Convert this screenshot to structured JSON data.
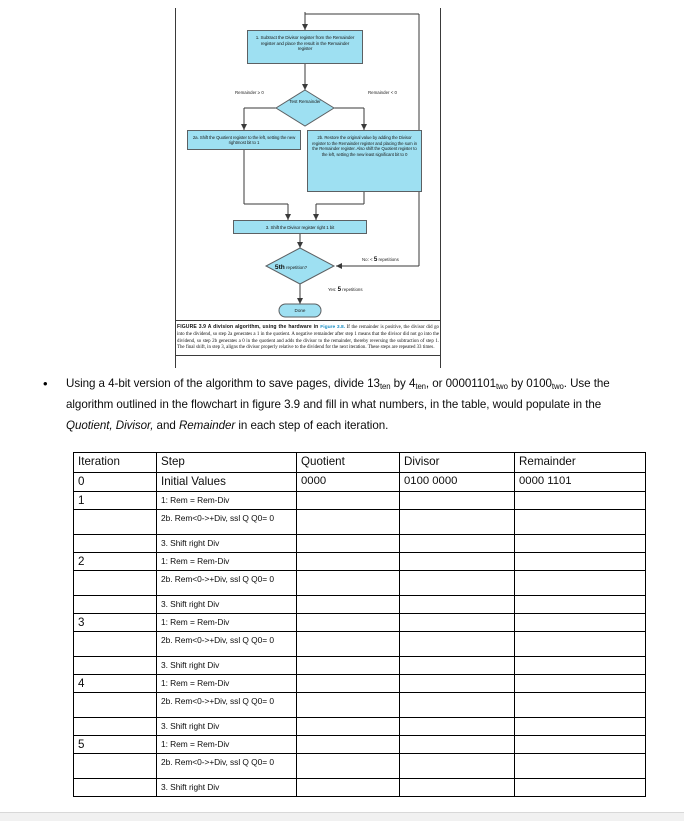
{
  "figure": {
    "boxes": {
      "step1": "1.  Subtract the Divisor register from the Remainder register and place the result in the Remainder register",
      "step2a": "2a.  Shift the Quotient register to the left, setting the new rightmost bit to 1",
      "step2b": "2b.  Restore the original value by adding the Divisor register to the Remainder register and placing the sum in the Remainder register. Also shift the Quotient register to the left, setting the new least significant bit to 0",
      "step3": "3.  Shift the Divisor register right 1 bit",
      "done": "Done"
    },
    "decisions": {
      "test_remainder": "Test Remainder",
      "repetition_annotated": "5th",
      "repetition_rest": " repetition?"
    },
    "edge_labels": {
      "remainder_ge": "Remainder ≥ 0",
      "remainder_lt": "Remainder < 0",
      "no_prefix": "No: < ",
      "no_count": "5",
      "no_suffix": " repetitions",
      "yes_prefix": "Yes: ",
      "yes_count": "5",
      "yes_suffix": " repetitions"
    },
    "caption": {
      "label": "FIGURE 3.9",
      "title": "A division algorithm, using the hardware in ",
      "reference": "Figure 3.8.",
      "body": " If the remainder is positive, the divisor did go into the dividend, so step 2a generates a 1 in the quotient. A negative remainder after step 1 means that the divisor did not go into the dividend, so step 2b generates a 0 in the quotient and adds the divisor to the remainder, thereby reversing the subtraction of step 1. The final shift, in step 3, aligns the divisor properly relative to the dividend for the next iteration. These steps are repeated 33 times."
    },
    "colors": {
      "box_fill": "#9ee0f2",
      "box_border": "#5c6063",
      "reference_link": "#1c8fc4"
    }
  },
  "question": {
    "bullet_marker": "•",
    "part1": "Using a 4-bit version of the algorithm to save pages, divide 13",
    "sub1": "ten",
    "part2": " by 4",
    "sub2": "ten",
    "part3": ", or 00001101",
    "sub3": "two",
    "part4": " by 0100",
    "sub4": "two",
    "part5": ". Use the algorithm outlined in the flowchart in figure 3.9 and fill in what numbers, in the table, would populate in the ",
    "em1": "Quotient, Divisor,",
    "part6": " and ",
    "em2": "Remainder",
    "part7": " in each step of each iteration."
  },
  "table": {
    "headers": [
      "Iteration",
      "Step",
      "Quotient",
      "Divisor",
      "Remainder"
    ],
    "initial_row": {
      "iteration": "0",
      "step": "Initial Values",
      "quotient": "0000",
      "divisor": "0100 0000",
      "remainder": "0000 1101"
    },
    "step_labels": {
      "s1": "1: Rem = Rem-Div",
      "s2": "2b. Rem<0->+Div, ssl Q Q0= 0",
      "s3": "3. Shift right Div"
    },
    "iterations": [
      "1",
      "2",
      "3",
      "4",
      "5"
    ],
    "empty": ""
  }
}
